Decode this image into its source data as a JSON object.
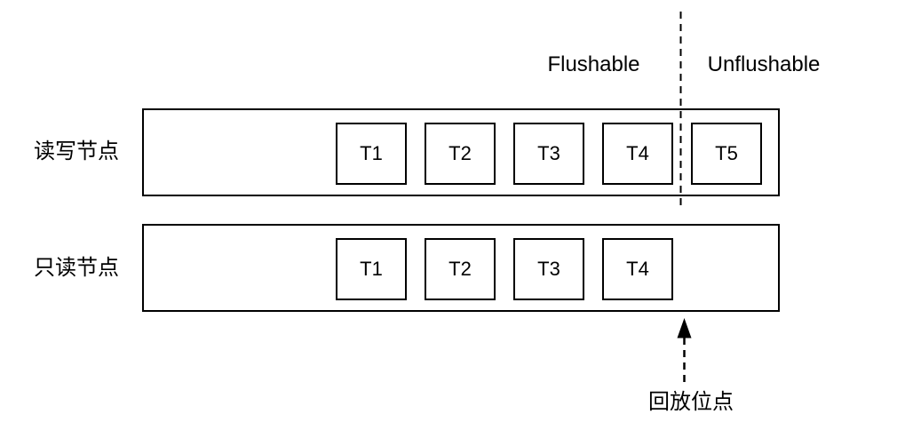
{
  "diagram": {
    "background": "#ffffff",
    "stroke_color": "#000000",
    "region_labels": {
      "flushable": "Flushable",
      "unflushable": "Unflushable"
    },
    "rows": [
      {
        "label": "读写节点",
        "blocks": [
          "T1",
          "T2",
          "T3",
          "T4",
          "T5"
        ]
      },
      {
        "label": "只读节点",
        "blocks": [
          "T1",
          "T2",
          "T3",
          "T4"
        ]
      }
    ],
    "replay_pointer_label": "回放位点"
  }
}
